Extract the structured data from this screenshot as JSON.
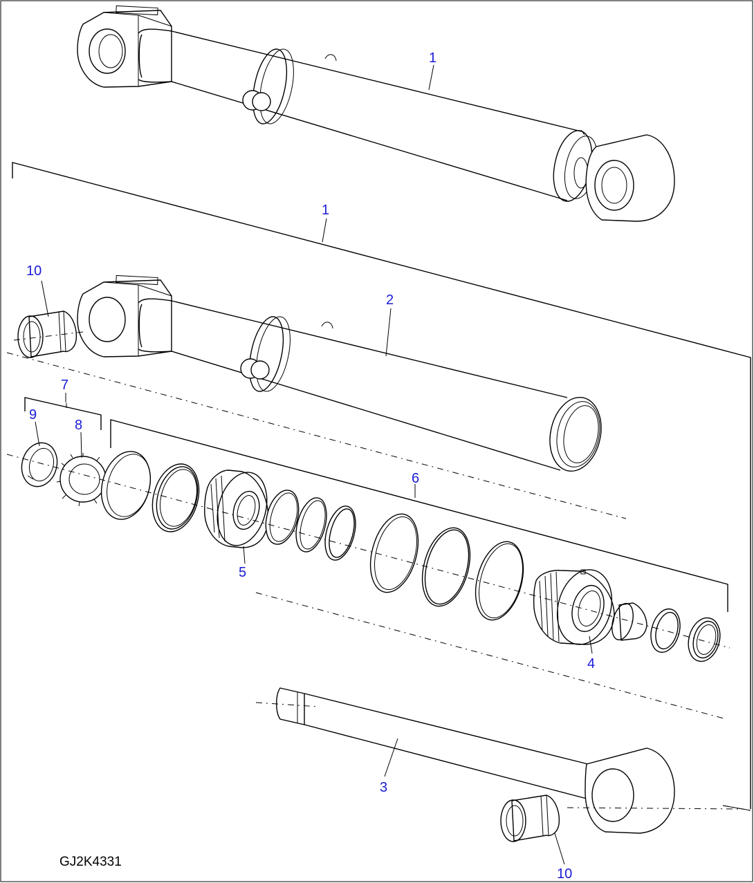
{
  "drawing_code": "GJ2K4331",
  "callouts": {
    "c1_top": "1",
    "c1_assembly": "1",
    "c2": "2",
    "c3": "3",
    "c4": "4",
    "c5": "5",
    "c6": "6",
    "c7": "7",
    "c8": "8",
    "c9": "9",
    "c10_top": "10",
    "c10_bottom": "10"
  },
  "colors": {
    "callout": "#1a1ad6",
    "line": "#000000",
    "background": "#ffffff"
  }
}
